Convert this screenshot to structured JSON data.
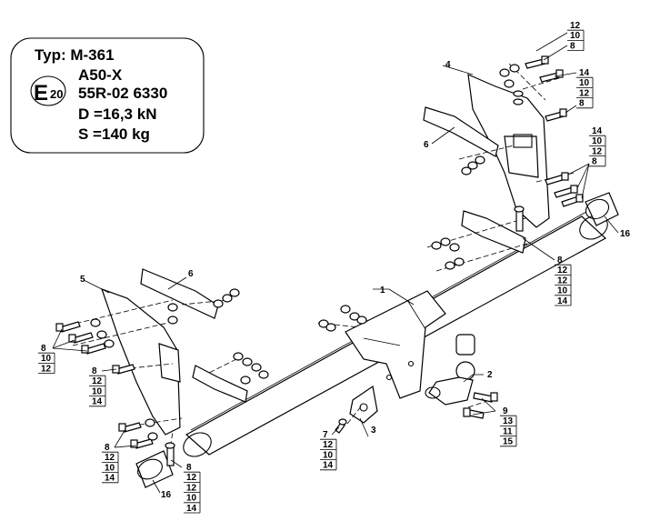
{
  "plate": {
    "typ_label": "Typ: M-361",
    "approval_code": "A50-X",
    "e_mark": "E",
    "e_number": "20",
    "regulation": "55R-02 6330",
    "d_value": "D =16,3 kN",
    "s_value": "S =140 kg"
  },
  "callouts": {
    "c1": "1",
    "c2": "2",
    "c3": "3",
    "c4": "4",
    "c5": "5",
    "c6_top": "6",
    "c6_left": "6",
    "c16_right": "16",
    "c16_left": "16"
  },
  "stacks": {
    "top_right": [
      "12",
      "10",
      "8"
    ],
    "right_upper": [
      "14",
      "10",
      "12",
      "8"
    ],
    "right_middle": [
      "14",
      "10",
      "12",
      "8"
    ],
    "right_lower": [
      "8",
      "12",
      "12",
      "10",
      "14"
    ],
    "left_upper": [
      "8",
      "10",
      "12"
    ],
    "left_middle": [
      "8",
      "12",
      "10",
      "14"
    ],
    "left_lower": [
      "8",
      "12",
      "10",
      "14"
    ],
    "bottom_center": [
      "8",
      "12",
      "12",
      "10",
      "14"
    ],
    "bottom_7": [
      "7",
      "12",
      "10",
      "14"
    ],
    "ball_9": [
      "9",
      "13",
      "11",
      "15"
    ]
  }
}
